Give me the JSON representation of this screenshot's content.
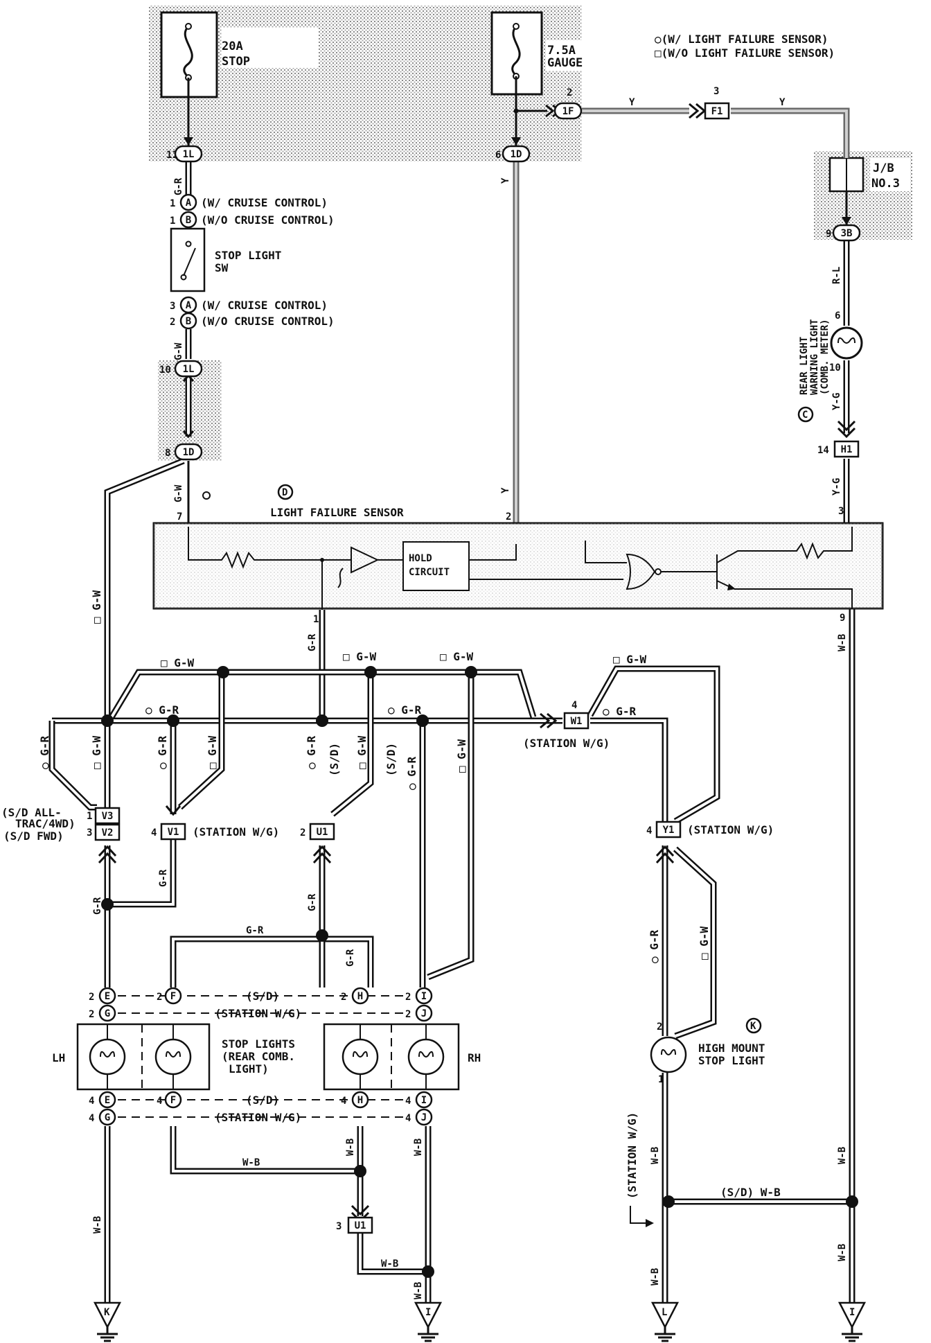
{
  "legend": {
    "with_sensor": "○(W/ LIGHT FAILURE SENSOR)",
    "without_sensor": "□(W/O LIGHT FAILURE SENSOR)"
  },
  "fuses": {
    "stop_amp": "20A",
    "stop_name": "STOP",
    "gauge_amp": "7.5A",
    "gauge_name": "GAUGE"
  },
  "jb3": {
    "line1": "J/B",
    "line2": "NO.3"
  },
  "connectors": {
    "c1L_top": "1L",
    "c1D_top": "1D",
    "c1F": "1F",
    "cF1": "F1",
    "c3B": "3B",
    "cA_top": "A",
    "cB_top": "B",
    "cA_bot": "A",
    "cB_bot": "B",
    "c1L_mid": "1L",
    "c1D_mid": "1D",
    "cH1": "H1",
    "cW1": "W1",
    "cV3": "V3",
    "cV2": "V2",
    "cV1": "V1",
    "cU1_top": "U1",
    "cY1": "Y1",
    "cE_top": "E",
    "cG_top": "G",
    "cF_top": "F",
    "cH_top": "H",
    "cI_top": "I",
    "cJ_top": "J",
    "cE_bot": "E",
    "cG_bot": "G",
    "cF_bot": "F",
    "cH_bot": "H",
    "cI_bot": "I",
    "cJ_bot": "J",
    "cU1_bot": "U1"
  },
  "pins": {
    "p11": "11",
    "p6": "6",
    "p2_gauge": "2",
    "p3_f1": "3",
    "p9": "9",
    "p1a": "1",
    "p1b": "1",
    "p3a": "3",
    "p2b": "2",
    "p10": "10",
    "p8": "8",
    "p7": "7",
    "p2_lfs": "2",
    "p3_lfs": "3",
    "p1_lfs": "1",
    "p9_lfs": "9",
    "p6_rw": "6",
    "p10_rw": "10",
    "p14": "14",
    "p4_w1": "4",
    "p1_v3": "1",
    "p3_v2": "3",
    "p4_v1": "4",
    "p2_u1": "2",
    "p4_y1": "4",
    "p2_e": "2",
    "p2_g": "2",
    "p2_f": "2",
    "p2_h": "2",
    "p2_i": "2",
    "p2_j": "2",
    "p4_e": "4",
    "p4_g": "4",
    "p4_f": "4",
    "p4_h": "4",
    "p4_i": "4",
    "p4_j": "4",
    "p3_u1": "3",
    "p2_hm": "2",
    "p1_hm": "1"
  },
  "notes": {
    "w_cruise1": "(W/ CRUISE CONTROL)",
    "wo_cruise1": "(W/O CRUISE CONTROL)",
    "w_cruise2": "(W/ CRUISE CONTROL)",
    "wo_cruise2": "(W/O CRUISE CONTROL)",
    "stop_sw_1": "STOP LIGHT",
    "stop_sw_2": "SW",
    "lfs_title": "LIGHT FAILURE SENSOR",
    "hold_1": "HOLD",
    "hold_2": "CIRCUIT",
    "warn_1": "REAR LIGHT",
    "warn_2": "WARNING LIGHT",
    "warn_3": "(COMB. METER)",
    "station_wg_w1": "(STATION W/G)",
    "station_wg_v1": "(STATION W/G)",
    "station_wg_y1": "(STATION W/G)",
    "sd_alltrac_1": "(S/D ALL-",
    "sd_alltrac_2": "TRAC/4WD)",
    "sd_fwd": "(S/D FWD)",
    "sd_top": "(S/D)",
    "stationwg_top": "(STATION W/G)",
    "sd_bot": "(S/D)",
    "stationwg_bot": "(STATION W/G)",
    "stoplights_1": "STOP LIGHTS",
    "stoplights_2": "(REAR COMB.",
    "stoplights_3": "LIGHT)",
    "lh": "LH",
    "rh": "RH",
    "highmount_1": "HIGH MOUNT",
    "highmount_2": "STOP LIGHT",
    "sd_wb": "(S/D) W-B",
    "station_wg_vert": "(STATION W/G)",
    "sd_u1": "(S/D)",
    "sd_u1b": "(S/D)"
  },
  "components": {
    "C": "C",
    "D": "D",
    "K": "K"
  },
  "grounds": {
    "g1": "K",
    "g2": "I",
    "g3": "L",
    "g4": "I"
  },
  "wire_colors": {
    "y1": "Y",
    "y2": "Y",
    "y_vert": "Y",
    "y_lfs": "Y",
    "gr_top": "G-R",
    "gw_sw": "G-W",
    "gw_mid": "G-W",
    "rl": "R-L",
    "yg1": "Y-G",
    "yg2": "Y-G",
    "gr_lfs1": "G-R",
    "wb_lfs9": "W-B",
    "gw_left": "□ G-W",
    "gw_bus1": "□ G-W",
    "gw_bus2": "□ G-W",
    "gw_bus3": "□ G-W",
    "gw_bus4": "□ G-W",
    "gr_bus1": "○ G-R",
    "gr_bus2": "○ G-R",
    "gr_bus3": "○ G-R",
    "gr_v3": "○ G-R",
    "gw_v3": "□ G-W",
    "gr_v1": "○ G-R",
    "gw_v1": "□ G-W",
    "gr_u1": "○ G-R",
    "gw_u1": "□ G-W",
    "gr_i": "○ G-R",
    "gw_i": "□ G-W",
    "gr_v1b": "G-R",
    "gr_v2b": "G-R",
    "gr_u1b": "G-R",
    "gr_f": "G-R",
    "gr_h": "G-R",
    "gr_y1": "○ G-R",
    "gw_y1": "□ G-W",
    "wb_f": "W-B",
    "wb_h": "W-B",
    "wb_j": "W-B",
    "wb_e": "W-B",
    "wb_u1": "W-B",
    "wb_u1b": "W-B",
    "wb_hm": "W-B",
    "wb_hm2": "W-B",
    "wb_r": "W-B",
    "wb_r2": "W-B"
  }
}
